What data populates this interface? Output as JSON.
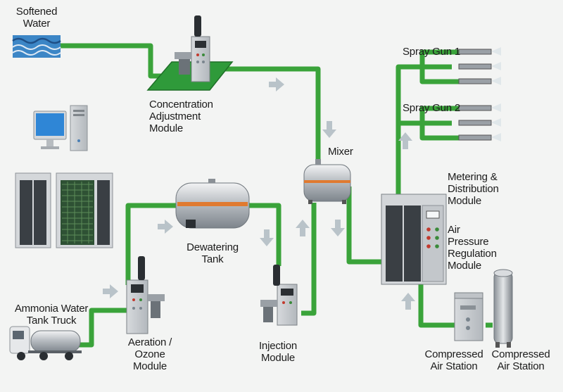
{
  "labels": {
    "softened_water": [
      "Softened",
      "Water"
    ],
    "concentration_module": [
      "Concentration",
      "Adjustment",
      "Module"
    ],
    "mixer": "Mixer",
    "spray_gun_1": "Spray Gun 1",
    "spray_gun_2": "Spray Gun 2",
    "metering_module": [
      "Metering &",
      "Distribution",
      "Module"
    ],
    "air_pressure_module": [
      "Air",
      "Pressure",
      "Regulation",
      "Module"
    ],
    "dewatering_tank": [
      "Dewatering",
      "Tank"
    ],
    "ammonia_truck": [
      "Ammonia Water",
      "Tank Truck"
    ],
    "aeration_module": [
      "Aeration /",
      "Ozone",
      "Module"
    ],
    "injection_module": [
      "Injection",
      "Module"
    ],
    "compressed_air_1": [
      "Compressed",
      "Air Station"
    ],
    "compressed_air_2": [
      "Compressed",
      "Air Station"
    ]
  },
  "colors": {
    "pipe": "#3aa33a",
    "pipe_dark": "#2b7f2b",
    "platform": "#2f9a3a",
    "arrow": "#b9c3c9",
    "water": "#2f7fc0",
    "stripe": "#e07a30",
    "steel": "#c9cdd1"
  },
  "icons": [
    "monitor-icon",
    "pc-tower-icon",
    "server-rack-icon",
    "truck-icon",
    "nozzle-icon"
  ]
}
